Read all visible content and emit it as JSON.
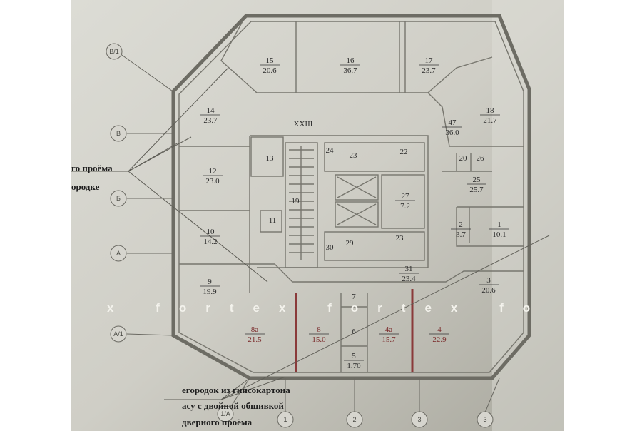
{
  "rooms": [
    {
      "n": "15",
      "a": "20.6"
    },
    {
      "n": "16",
      "a": "36.7"
    },
    {
      "n": "17",
      "a": "23.7"
    },
    {
      "n": "18",
      "a": "21.7"
    },
    {
      "n": "14",
      "a": "23.7"
    },
    {
      "n": "47",
      "a": "36.0"
    },
    {
      "n": "13"
    },
    {
      "n": "24"
    },
    {
      "n": "23"
    },
    {
      "n": "22"
    },
    {
      "n": "20"
    },
    {
      "n": "26"
    },
    {
      "n": "12",
      "a": "23.0"
    },
    {
      "n": "25",
      "a": "25.7"
    },
    {
      "n": "19"
    },
    {
      "n": "27",
      "a": "7.2"
    },
    {
      "n": "11"
    },
    {
      "n": "2",
      "a": "3.7"
    },
    {
      "n": "1",
      "a": "10.1"
    },
    {
      "n": "10",
      "a": "14.2"
    },
    {
      "n": "30"
    },
    {
      "n": "29"
    },
    {
      "n": "23"
    },
    {
      "n": "31",
      "a": "23.4"
    },
    {
      "n": "9",
      "a": "19.9"
    },
    {
      "n": "3",
      "a": "20.6"
    },
    {
      "n": "7"
    },
    {
      "n": "8а",
      "a": "21.5"
    },
    {
      "n": "8",
      "a": "15.0"
    },
    {
      "n": "6"
    },
    {
      "n": "4а",
      "a": "15.7"
    },
    {
      "n": "4",
      "a": "22.9"
    },
    {
      "n": "5",
      "a": "1.70"
    }
  ],
  "section_label": "XXIII",
  "axes": [
    "В/1",
    "В",
    "Б",
    "А",
    "А/1",
    "1/А",
    "1",
    "2",
    "3",
    "3"
  ],
  "watermark": "x fortex fortex fo",
  "notes": {
    "left_line1": "го проёма",
    "left_line2": "ородке",
    "bottom_line1": "егородок из гипсокартона",
    "bottom_line2": "асу с двойной обшивкой",
    "bottom_line3": "дверного проёма"
  },
  "colors": {
    "paper": "#c9c8bf",
    "ink": "#2b2b2b",
    "partition": "#8a3a3a"
  }
}
